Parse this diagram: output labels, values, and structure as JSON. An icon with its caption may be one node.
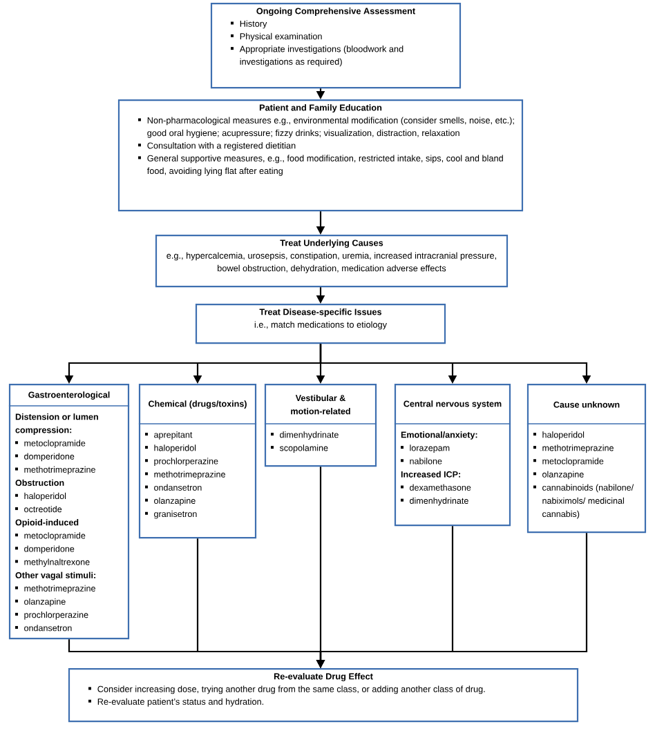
{
  "diagram": {
    "nodes": [
      {
        "text": [
          "Ongoing Comprehensive Assessment",
          "History",
          "Physical examination",
          "Appropriate investigations (bloodwork and investigations as required)"
        ]
      },
      {
        "text": [
          "Patient and Family Education",
          "Non-pharmacological measures e.g., environmental modification (consider smells, noise, etc.); good oral hygiene; acupressure; fizzy drinks; visualization, distraction, relaxation",
          "Consultation with a registered dietitian",
          "General supportive measures, e.g., food modification, restricted intake, sips, cool and bland food, avoiding lying flat after eating"
        ]
      },
      {
        "text": [
          "Treat Underlying Causes",
          "e.g., hypercalcemia, urosepsis, constipation, uremia, increased intracranial pressure, bowel obstruction, dehydration, medication adverse effects"
        ]
      },
      {
        "text": [
          "Treat Disease-specific Issues",
          "i.e., match medications to etiology"
        ]
      },
      {
        "text": [
          "Gastroenterological",
          "Distension or lumen compression:",
          "metoclopramide",
          "domperidone",
          "methotrimeprazine",
          "Obstruction",
          "haloperidol",
          "octreotide",
          "Opioid-induced",
          "metoclopramide",
          "domperidone",
          "methylnaltrexone",
          "Other vagal stimuli:",
          "methotrimeprazine",
          "olanzapine",
          "prochlorperazine",
          "ondansetron"
        ]
      },
      {
        "text": [
          "Chemical (drugs/toxins)",
          "aprepitant",
          "haloperidol",
          "prochlorperazine",
          "methotrimeprazine",
          "ondansetron",
          "olanzapine",
          "granisetron"
        ]
      },
      {
        "text": [
          "Vestibular & motion-related",
          "dimenhydrinate",
          "scopolamine"
        ]
      },
      {
        "text": [
          "Central nervous system",
          "Emotional/anxiety:",
          "lorazepam",
          "nabilone",
          "Increased ICP:",
          "dexamethasone",
          "dimenhydrinate"
        ]
      },
      {
        "text": [
          "Cause unknown",
          "haloperidol",
          "methotrimeprazine",
          "metoclopramide",
          "olanzapine",
          "cannabinoids (nabilone/ nabiximols/ medicinal cannabis)"
        ]
      },
      {
        "text": [
          "Re-evaluate Drug Effect",
          "Consider increasing dose, trying another drug from the same class, or adding another class of drug.",
          "Re-evaluate patient’s status and hydration."
        ]
      }
    ],
    "edges": [
      {
        "from": 0,
        "to": 1,
        "arrow": "to"
      },
      {
        "from": 1,
        "to": 2,
        "arrow": "to"
      },
      {
        "from": 2,
        "to": 3,
        "arrow": "to"
      },
      {
        "from": 3,
        "to": 4,
        "arrow": "to"
      },
      {
        "from": 3,
        "to": 5,
        "arrow": "to"
      },
      {
        "from": 3,
        "to": 6,
        "arrow": "to"
      },
      {
        "from": 3,
        "to": 7,
        "arrow": "to"
      },
      {
        "from": 3,
        "to": 8,
        "arrow": "to"
      },
      {
        "from": 4,
        "to": 9,
        "arrow": "to"
      },
      {
        "from": 5,
        "to": 9,
        "arrow": "to"
      },
      {
        "from": 6,
        "to": 9,
        "arrow": "to"
      },
      {
        "from": 7,
        "to": 9,
        "arrow": "to"
      },
      {
        "from": 8,
        "to": 9,
        "arrow": "to"
      }
    ]
  }
}
